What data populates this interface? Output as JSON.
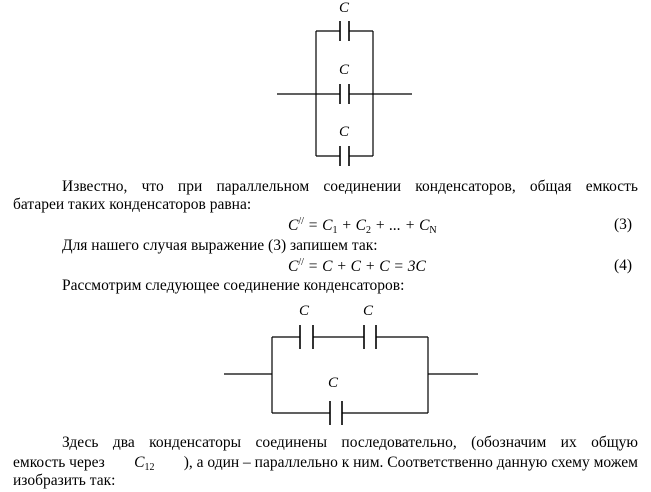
{
  "diagram1": {
    "labels": [
      "C",
      "C",
      "C"
    ]
  },
  "paragraph1": {
    "line1": "Известно, что при параллельном соединении конденсаторов, общая емкость",
    "line2": "батареи таких конденсаторов равна:"
  },
  "formula3": {
    "lhs": "C",
    "lhs_sup": "//",
    "eq": " = C",
    "sub1": "1",
    "plus1": " + C",
    "sub2": "2",
    "dots": " + ... + C",
    "subN": "N",
    "number": "(3)"
  },
  "paragraph2": {
    "text": "Для нашего случая выражение (3) запишем так:"
  },
  "formula4": {
    "lhs": "C",
    "lhs_sup": "//",
    "rhs": " = C + C + C = 3C",
    "number": "(4)"
  },
  "paragraph3": {
    "text": "Рассмотрим следующее соединение конденсаторов:"
  },
  "diagram2": {
    "labels": [
      "C",
      "C",
      "C"
    ]
  },
  "paragraph4": {
    "line1": "Здесь два конденсаторы соединены последовательно, (обозначим их общую",
    "line2_a": "емкость через",
    "line2_sym": "C",
    "line2_sub": "12",
    "line2_b": "), а один – параллельно к ним. Соответственно данную схему можем",
    "line3": "изобразить так:"
  }
}
